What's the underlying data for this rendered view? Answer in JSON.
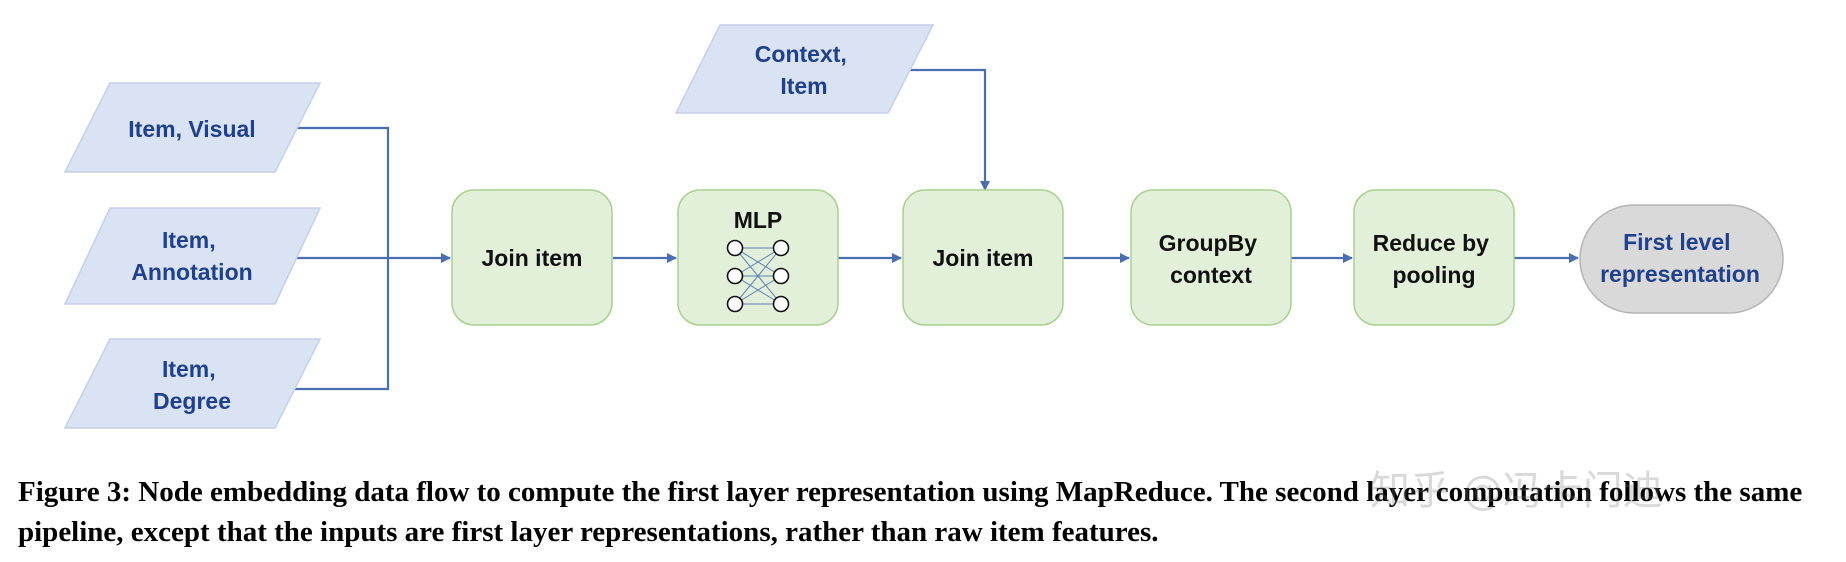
{
  "inputs": {
    "visual": [
      "Item, Visual"
    ],
    "annotation": [
      "Item,",
      "Annotation"
    ],
    "degree": [
      "Item,",
      "Degree"
    ],
    "context": [
      "Context,",
      "Item"
    ]
  },
  "steps": {
    "join1": [
      "Join item"
    ],
    "mlp": [
      "MLP"
    ],
    "join2": [
      "Join item"
    ],
    "groupby": [
      "GroupBy",
      "context"
    ],
    "reduce": [
      "Reduce by",
      "pooling"
    ]
  },
  "output": [
    "First level",
    "representation"
  ],
  "caption": "Figure 3: Node embedding data flow to compute the first layer representation using MapReduce. The second layer computation follows the same pipeline, except that the inputs are first layer representations, rather than raw item features.",
  "watermark": "知乎 @冯卡门迪",
  "colors": {
    "input_fill": "#d9e3f3",
    "step_fill": "#e2f0d9",
    "step_stroke": "#a9d18e",
    "output_fill": "#d9d9d9",
    "arrow": "#4a6fb0",
    "blue_text": "#1f3f8f"
  }
}
